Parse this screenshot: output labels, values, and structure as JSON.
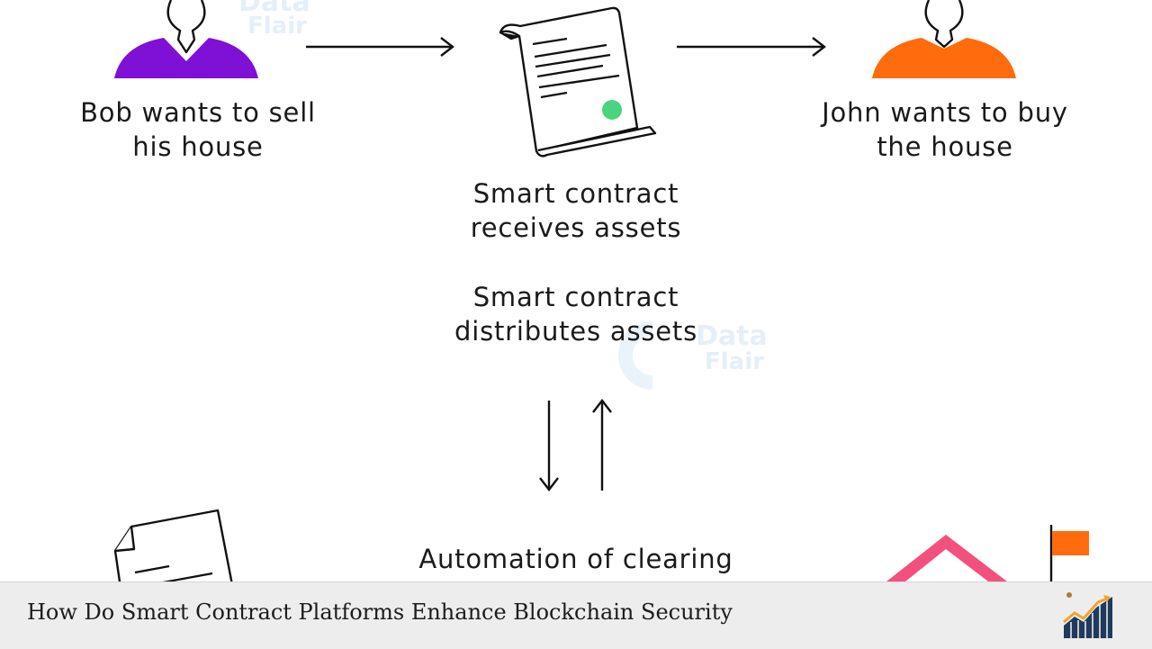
{
  "diagram": {
    "seller_label": [
      "Bob wants to sell",
      "his house"
    ],
    "buyer_label": [
      "John wants to buy",
      "the house"
    ],
    "receive_label": [
      "Smart contract",
      "receives assets"
    ],
    "distribute_label": [
      "Smart contract",
      "distributes assets"
    ],
    "automation_label": "Automation of clearing",
    "seller_color": "#7f10d6",
    "buyer_color": "#ff6b0d",
    "seal_color": "#4cd37e",
    "house_color": "#f2517f",
    "flag_color": "#ff6b0d"
  },
  "watermark": {
    "line1": "Data",
    "line2": "Flair"
  },
  "footer": {
    "title": "How Do Smart Contract Platforms Enhance Blockchain Security",
    "logo_icon": "rising-chart-logo-icon"
  }
}
